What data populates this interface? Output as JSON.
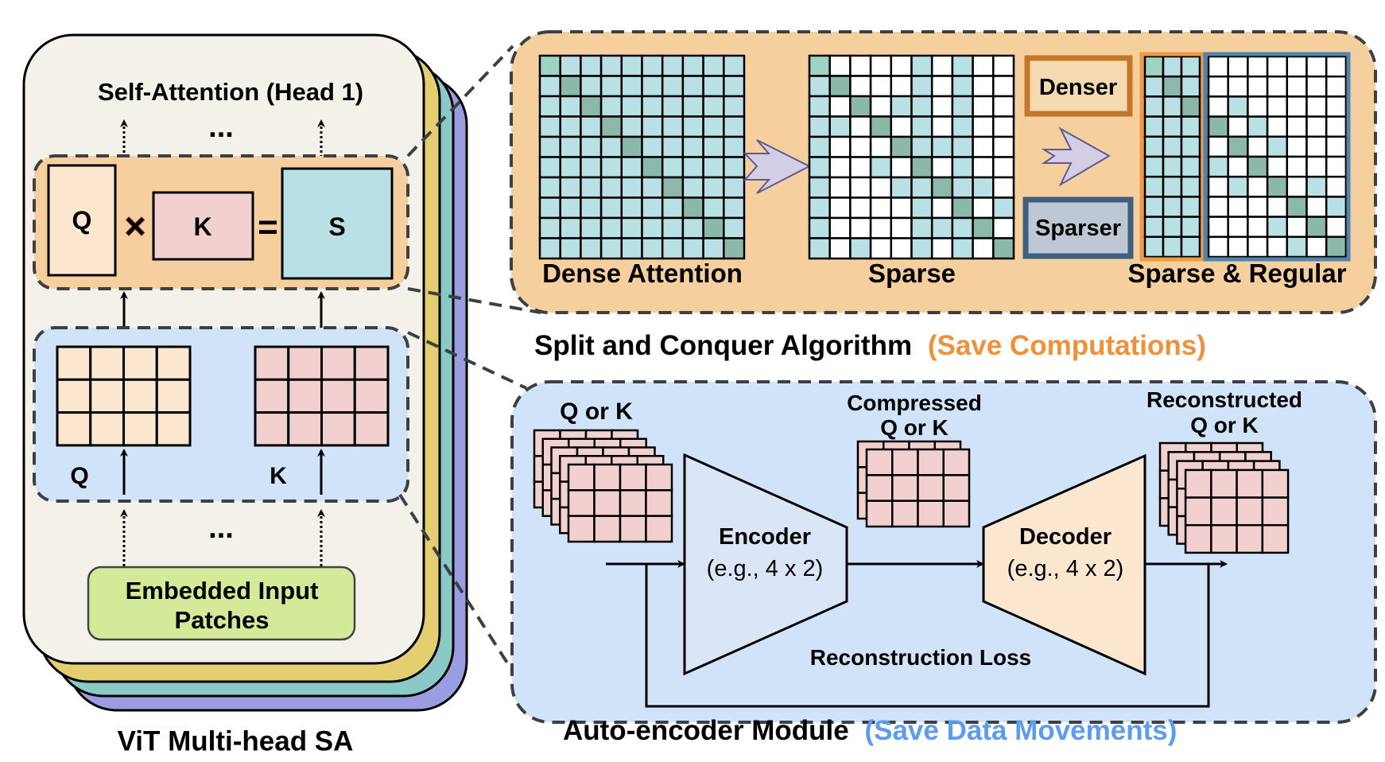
{
  "left_panel": {
    "title": "Self-Attention (Head 1)",
    "ellipsis": "...",
    "matmul": {
      "q_label": "Q",
      "k_label": "K",
      "s_label": "S",
      "times_symbol": "×",
      "equals_symbol": "="
    },
    "projections": {
      "q_label": "Q",
      "k_label": "K",
      "rows": 3,
      "cols": 4
    },
    "input_box": {
      "line1": "Embedded Input",
      "line2": "Patches"
    },
    "caption": "ViT Multi-head SA",
    "stacked_heads": 4
  },
  "split_conquer": {
    "dense_label": "Dense Attention",
    "sparse_label": "Sparse",
    "regular_label": "Sparse & Regular",
    "denser_label": "Denser",
    "sparser_label": "Sparser",
    "caption_main": "Split and Conquer Algorithm",
    "caption_note": "(Save Computations)",
    "sparse_pattern": [
      "DWWWWSWSWW",
      "SDWWWSWSWW",
      "SWDWSSWSWW",
      "SSWDWSWSWW",
      "SWWWDSSSWW",
      "SWWSWDWSWW",
      "SWWWSSDSSW",
      "SWWWWSWDWS",
      "SWWWWSSSDW",
      "SWSWWSWSWD"
    ],
    "regular_dense_cols": 3,
    "regular_sparse_pattern": [
      "WWWWWWW",
      "WWWWWWW",
      "WSWWWWW",
      "DWSWWWW",
      "WDWSWWW",
      "SWDWWWW",
      "WSWDWSW",
      "WWWWDWS",
      "WWWSWDW",
      "WWWWSWD"
    ]
  },
  "autoencoder": {
    "input_label": "Q or K",
    "compressed_label_1": "Compressed",
    "compressed_label_2": "Q or K",
    "reconstructed_label_1": "Reconstructed",
    "reconstructed_label_2": "Q or K",
    "encoder_label": "Encoder",
    "encoder_note": "(e.g., 4 x 2)",
    "decoder_label": "Decoder",
    "decoder_note": "(e.g., 4 x 2)",
    "loss_label": "Reconstruction Loss",
    "caption_main": "Auto-encoder Module",
    "caption_note": "(Save Data Movements)",
    "input_layers": 5,
    "compressed_layers": 2,
    "reconstructed_layers": 4
  },
  "colors": {
    "card_front": "#f4f1ea",
    "card_yellow": "#e3cf70",
    "card_teal": "#89cac8",
    "card_purple": "#9b9de3",
    "orange_bg": "#f6cf9f",
    "blue_bg": "#d0e3f9",
    "q_fill": "#fbe6cf",
    "k_fill": "#f1d0cf",
    "s_fill": "#b9e0e4",
    "cell_light": "#b9e0e4",
    "cell_diag": "#8bb8a8",
    "cell_first": "#9ed3c4",
    "green_box": "#d5ea98",
    "denser_border": "#c4772b",
    "denser_fill": "#f4d9b1",
    "sparser_border": "#3f5f80",
    "sparser_fill": "#bdc8d4",
    "regular_orange": "#f19a45",
    "regular_blue": "#5083b0",
    "arrow_fill": "#d3cee6",
    "arrow_stroke": "#5d5a92",
    "cross": "#e8453c",
    "accent_orange": "#f0913a",
    "accent_blue": "#5b9cf0",
    "dash": "#3d3f44",
    "encoder_fill": "#dae6f7",
    "decoder_fill": "#fbe6cf"
  }
}
